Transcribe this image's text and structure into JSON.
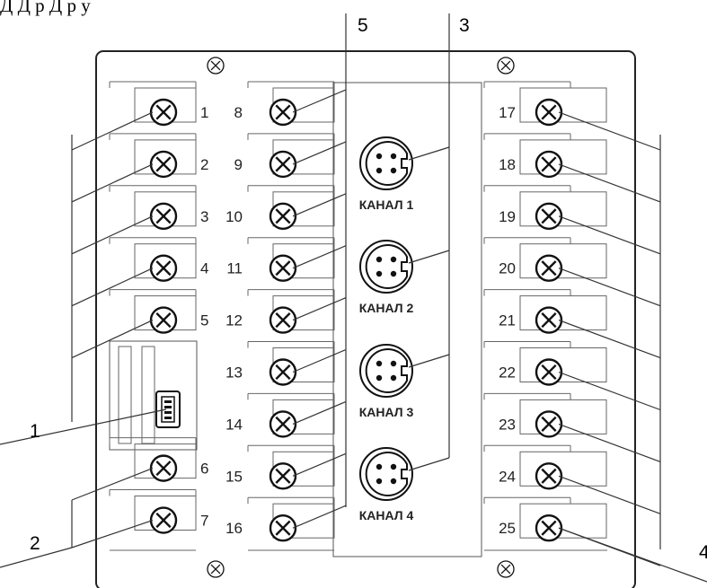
{
  "top_caption": "Д   Д            р   Д      р    у",
  "callouts": {
    "top_a": "5",
    "top_b": "3",
    "left_a": "1",
    "left_b": "2",
    "right_a": "4"
  },
  "left_terminals": [
    "1",
    "2",
    "3",
    "4",
    "5",
    "6",
    "7"
  ],
  "middle_terminals": [
    "8",
    "9",
    "10",
    "11",
    "12",
    "13",
    "14",
    "15",
    "16"
  ],
  "right_terminals": [
    "17",
    "18",
    "19",
    "20",
    "21",
    "22",
    "23",
    "24",
    "25"
  ],
  "channels": [
    "КАНАЛ 1",
    "КАНАЛ 2",
    "КАНАЛ 3",
    "КАНАЛ 4"
  ],
  "icons": {
    "terminal": "screw-terminal-icon",
    "mount": "mounting-screw-icon",
    "connector": "round-4-pin-connector-icon",
    "usb": "mini-usb-port-icon"
  }
}
